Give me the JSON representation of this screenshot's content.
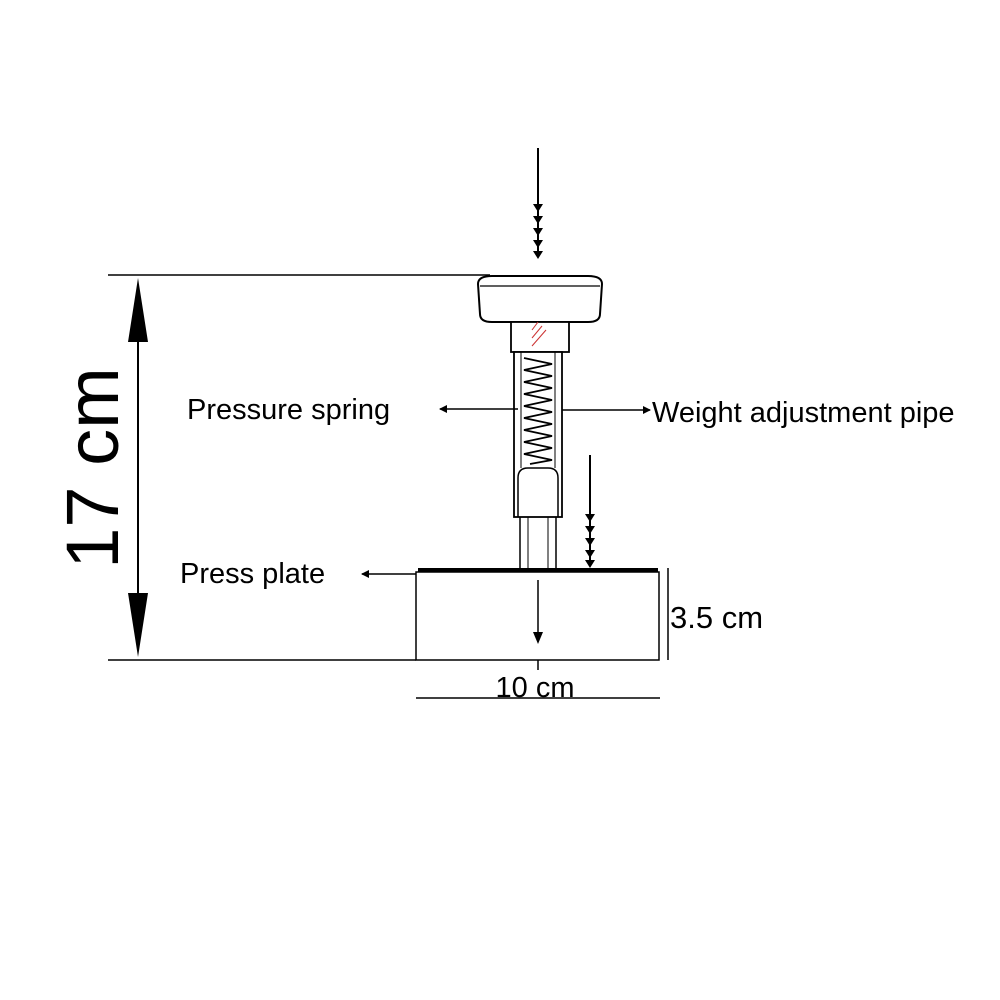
{
  "diagram": {
    "dimensions": {
      "height": "17 cm",
      "plate_height": "3.5 cm",
      "plate_width": "10 cm"
    },
    "labels": {
      "pressure_spring": "Pressure spring",
      "weight_adjustment_pipe": "Weight adjustment pipe",
      "press_plate": "Press plate"
    },
    "colors": {
      "line": "#000000",
      "accent_mark": "#cc3333"
    }
  }
}
